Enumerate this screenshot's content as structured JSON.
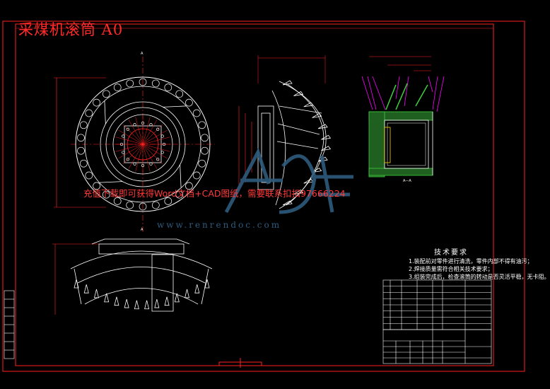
{
  "drawing": {
    "title": "采煤机滚筒 A0",
    "watermark_text": "充值下载即可获得Word文档+CAD图纸，需要联系扣扣97666224",
    "watermark_url": "www.renrendoc.com",
    "section_a_label": "A",
    "section_view_label": "A—A",
    "tech_req_title": "技术要求",
    "tech_req_items": [
      "1.装配前对零件进行清洗，零件内部不得有油污；",
      "2.焊接质量需符合相关技术要求；",
      "3.组装完成后，检查滚筒的转动是否灵活平稳，无卡阻。"
    ],
    "colors": {
      "frame": "#ff2020",
      "outline": "#ffffff",
      "dim": "#ff2020",
      "leader": "#ff00ff",
      "hatch": "#3fcf3f",
      "section": "#ffd000"
    }
  }
}
